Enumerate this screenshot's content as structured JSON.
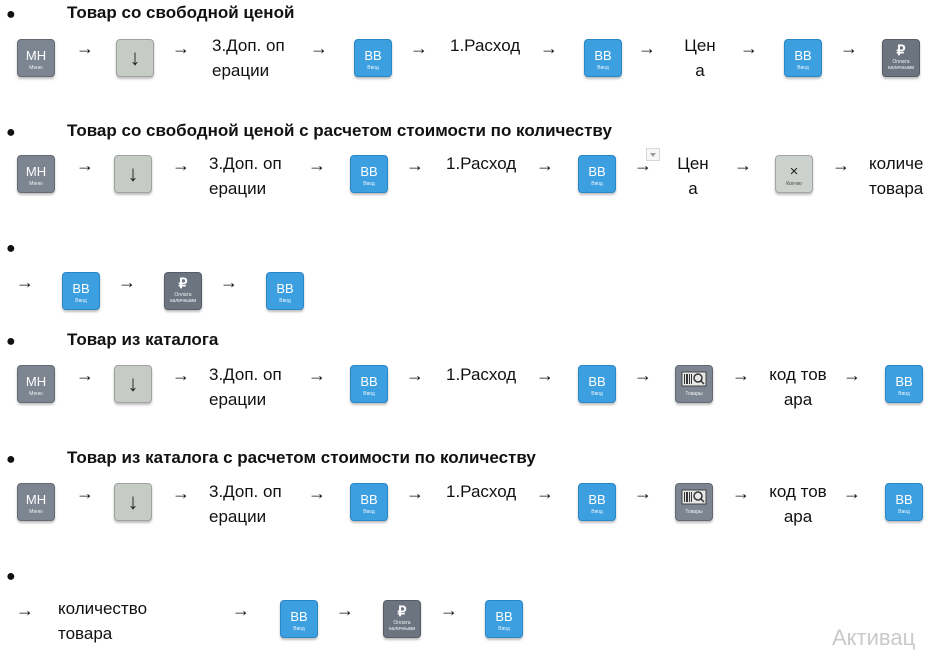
{
  "arrow": "→",
  "bullet": "●",
  "keys": {
    "mn": {
      "label": "МН",
      "caption": "Меню"
    },
    "bb": {
      "label": "ВВ",
      "caption": "Ввод"
    },
    "down": {
      "label": "↓"
    },
    "rub": {
      "label": "₽",
      "caption": "Оплата наличными"
    },
    "x": {
      "label": "×",
      "caption": "Кол-во"
    },
    "catalog": {
      "caption": "Товары"
    }
  },
  "sections": [
    {
      "heading": "Товар со свободной ценой"
    },
    {
      "heading": "Товар со свободной ценой с расчетом стоимости по количеству"
    },
    {
      "heading": "Товар из каталога"
    },
    {
      "heading": "Товар из каталога с расчетом стоимости по количеству"
    }
  ],
  "steps": {
    "extra_ops": "3.Доп. операции",
    "expense": "1.Расход",
    "price": "Цена",
    "quantity_short": "количе товара",
    "product_code": "код товара",
    "quantity": "количество товара"
  },
  "watermark": "Активац"
}
